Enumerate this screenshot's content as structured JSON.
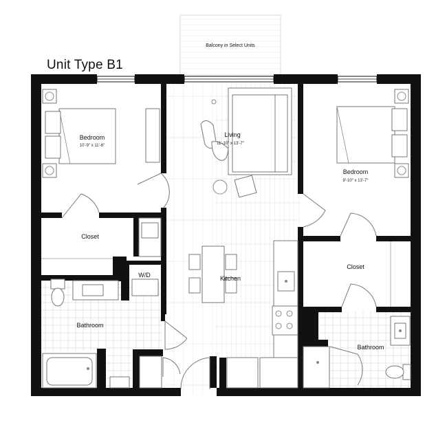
{
  "unit_title": "Unit Type B1",
  "balcony": {
    "label": "Balcony in Select Units"
  },
  "rooms": {
    "bedroom_left": {
      "label": "Bedroom",
      "dims": "10'-9\" x 11'-6\""
    },
    "living": {
      "label": "Living",
      "dims": "11'-10\" x 13'-7\""
    },
    "bedroom_right": {
      "label": "Bedroom",
      "dims": "9'-10\" x 13'-7\""
    },
    "closet_left": {
      "label": "Closet"
    },
    "closet_right": {
      "label": "Closet"
    },
    "wd": {
      "label": "W/D"
    },
    "kitchen": {
      "label": "Kitchen"
    },
    "bathroom_left": {
      "label": "Bathroom"
    },
    "bathroom_right": {
      "label": "Bathroom"
    }
  }
}
